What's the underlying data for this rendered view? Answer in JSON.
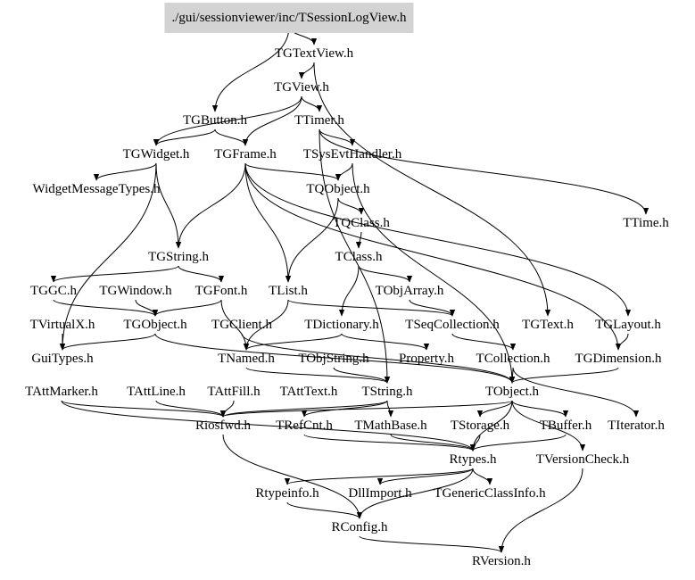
{
  "graph": {
    "title": "Include dependency graph",
    "root": "./gui/sessionviewer/inc/TSessionLogView.h",
    "colors": {
      "root_fill": "#d3d3d3",
      "edge": "#000000",
      "background": "#ffffff"
    },
    "nodes": [
      {
        "id": "root",
        "label": "./gui/sessionviewer/inc/TSessionLogView.h",
        "root": true
      },
      {
        "id": "TGTextView",
        "label": "TGTextView.h"
      },
      {
        "id": "TGView",
        "label": "TGView.h"
      },
      {
        "id": "TGButton",
        "label": "TGButton.h"
      },
      {
        "id": "TTimer",
        "label": "TTimer.h"
      },
      {
        "id": "TGWidget",
        "label": "TGWidget.h"
      },
      {
        "id": "TGFrame",
        "label": "TGFrame.h"
      },
      {
        "id": "TSysEvtHandler",
        "label": "TSysEvtHandler.h"
      },
      {
        "id": "WidgetMessageTypes",
        "label": "WidgetMessageTypes.h"
      },
      {
        "id": "TQObject",
        "label": "TQObject.h"
      },
      {
        "id": "TQClass",
        "label": "TQClass.h"
      },
      {
        "id": "TTime",
        "label": "TTime.h"
      },
      {
        "id": "TGString",
        "label": "TGString.h"
      },
      {
        "id": "TClass",
        "label": "TClass.h"
      },
      {
        "id": "TGGC",
        "label": "TGGC.h"
      },
      {
        "id": "TGWindow",
        "label": "TGWindow.h"
      },
      {
        "id": "TGFont",
        "label": "TGFont.h"
      },
      {
        "id": "TList",
        "label": "TList.h"
      },
      {
        "id": "TObjArray",
        "label": "TObjArray.h"
      },
      {
        "id": "TVirtualX",
        "label": "TVirtualX.h"
      },
      {
        "id": "TGObject",
        "label": "TGObject.h"
      },
      {
        "id": "TGClient",
        "label": "TGClient.h"
      },
      {
        "id": "TDictionary",
        "label": "TDictionary.h"
      },
      {
        "id": "TSeqCollection",
        "label": "TSeqCollection.h"
      },
      {
        "id": "TGText",
        "label": "TGText.h"
      },
      {
        "id": "TGLayout",
        "label": "TGLayout.h"
      },
      {
        "id": "GuiTypes",
        "label": "GuiTypes.h"
      },
      {
        "id": "TNamed",
        "label": "TNamed.h"
      },
      {
        "id": "TObjString",
        "label": "TObjString.h"
      },
      {
        "id": "Property",
        "label": "Property.h"
      },
      {
        "id": "TCollection",
        "label": "TCollection.h"
      },
      {
        "id": "TGDimension",
        "label": "TGDimension.h"
      },
      {
        "id": "TAttMarker",
        "label": "TAttMarker.h"
      },
      {
        "id": "TAttLine",
        "label": "TAttLine.h"
      },
      {
        "id": "TAttFill",
        "label": "TAttFill.h"
      },
      {
        "id": "TAttText",
        "label": "TAttText.h"
      },
      {
        "id": "TString",
        "label": "TString.h"
      },
      {
        "id": "TObject",
        "label": "TObject.h"
      },
      {
        "id": "Riosfwd",
        "label": "Riosfwd.h"
      },
      {
        "id": "TRefCnt",
        "label": "TRefCnt.h"
      },
      {
        "id": "TMathBase",
        "label": "TMathBase.h"
      },
      {
        "id": "TStorage",
        "label": "TStorage.h"
      },
      {
        "id": "TBuffer",
        "label": "TBuffer.h"
      },
      {
        "id": "TIterator",
        "label": "TIterator.h"
      },
      {
        "id": "Rtypes",
        "label": "Rtypes.h"
      },
      {
        "id": "TVersionCheck",
        "label": "TVersionCheck.h"
      },
      {
        "id": "Rtypeinfo",
        "label": "Rtypeinfo.h"
      },
      {
        "id": "DllImport",
        "label": "DllImport.h"
      },
      {
        "id": "TGenericClassInfo",
        "label": "TGenericClassInfo.h"
      },
      {
        "id": "RConfig",
        "label": "RConfig.h"
      },
      {
        "id": "RVersion",
        "label": "RVersion.h"
      }
    ],
    "edges": [
      [
        "root",
        "TGTextView"
      ],
      [
        "root",
        "TGButton"
      ],
      [
        "TGTextView",
        "TGView"
      ],
      [
        "TGTextView",
        "TGText"
      ],
      [
        "TGView",
        "TTimer"
      ],
      [
        "TGView",
        "TGWidget"
      ],
      [
        "TGView",
        "TGFrame"
      ],
      [
        "TGButton",
        "TGWidget"
      ],
      [
        "TGButton",
        "TGFrame"
      ],
      [
        "TTimer",
        "TSysEvtHandler"
      ],
      [
        "TTimer",
        "TTime"
      ],
      [
        "TTimer",
        "TString"
      ],
      [
        "TGWidget",
        "WidgetMessageTypes"
      ],
      [
        "TGWidget",
        "TGString"
      ],
      [
        "TGWidget",
        "GuiTypes"
      ],
      [
        "TGFrame",
        "TGString"
      ],
      [
        "TGFrame",
        "TList"
      ],
      [
        "TGFrame",
        "TQObject"
      ],
      [
        "TGFrame",
        "TGLayout"
      ],
      [
        "TGFrame",
        "TGDimension"
      ],
      [
        "TSysEvtHandler",
        "TQObject"
      ],
      [
        "TSysEvtHandler",
        "TObject"
      ],
      [
        "TQObject",
        "TQClass"
      ],
      [
        "TQObject",
        "TList"
      ],
      [
        "TQClass",
        "TClass"
      ],
      [
        "TClass",
        "TObjArray"
      ],
      [
        "TClass",
        "TDictionary"
      ],
      [
        "TObjArray",
        "TSeqCollection"
      ],
      [
        "TGString",
        "TGFont"
      ],
      [
        "TGString",
        "TGGC"
      ],
      [
        "TGGC",
        "TGObject"
      ],
      [
        "TGWindow",
        "TGObject"
      ],
      [
        "TGFont",
        "TGObject"
      ],
      [
        "TGFont",
        "TNamed"
      ],
      [
        "TList",
        "TSeqCollection"
      ],
      [
        "TList",
        "TNamed"
      ],
      [
        "TVirtualX",
        "GuiTypes"
      ],
      [
        "TGObject",
        "GuiTypes"
      ],
      [
        "TGObject",
        "TObject"
      ],
      [
        "TGClient",
        "TObject"
      ],
      [
        "TDictionary",
        "Property"
      ],
      [
        "TDictionary",
        "TNamed"
      ],
      [
        "TSeqCollection",
        "TCollection"
      ],
      [
        "TGLayout",
        "TGDimension"
      ],
      [
        "TNamed",
        "TString"
      ],
      [
        "TObjString",
        "TString"
      ],
      [
        "TCollection",
        "TObject"
      ],
      [
        "TCollection",
        "TIterator"
      ],
      [
        "TGDimension",
        "TObject"
      ],
      [
        "TAttMarker",
        "Riosfwd"
      ],
      [
        "TAttMarker",
        "Rtypes"
      ],
      [
        "TAttLine",
        "Riosfwd"
      ],
      [
        "TAttFill",
        "Riosfwd"
      ],
      [
        "TString",
        "TRefCnt"
      ],
      [
        "TString",
        "TMathBase"
      ],
      [
        "TString",
        "Riosfwd"
      ],
      [
        "TObject",
        "TStorage"
      ],
      [
        "TObject",
        "TBuffer"
      ],
      [
        "TObject",
        "Rtypes"
      ],
      [
        "TObject",
        "TVersionCheck"
      ],
      [
        "TObject",
        "Riosfwd"
      ],
      [
        "TRefCnt",
        "Rtypes"
      ],
      [
        "TMathBase",
        "Rtypes"
      ],
      [
        "TStorage",
        "Rtypes"
      ],
      [
        "TBuffer",
        "Rtypes"
      ],
      [
        "Riosfwd",
        "RConfig"
      ],
      [
        "Rtypes",
        "Rtypeinfo"
      ],
      [
        "Rtypes",
        "DllImport"
      ],
      [
        "Rtypes",
        "TGenericClassInfo"
      ],
      [
        "Rtypes",
        "RConfig"
      ],
      [
        "TVersionCheck",
        "RVersion"
      ],
      [
        "Rtypeinfo",
        "RConfig"
      ],
      [
        "RConfig",
        "RVersion"
      ]
    ]
  }
}
